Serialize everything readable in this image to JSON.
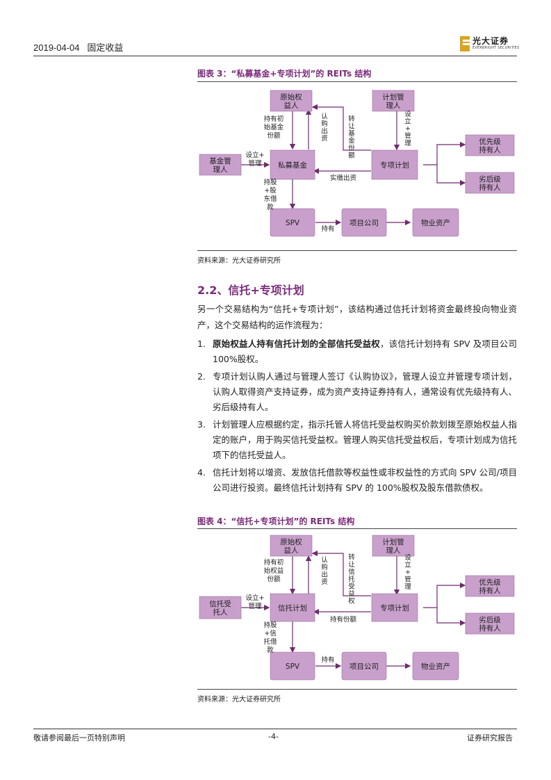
{
  "header": {
    "date": "2019-04-04",
    "category": "固定收益",
    "logo_cn": "光大证券",
    "logo_en": "EVERBRIGHT SECURITIES"
  },
  "figure3": {
    "title": "图表 3：“私募基金+专项计划”的 REITs 结构",
    "source": "资料来源：光大证券研究所",
    "nodes": {
      "original": "原始权益人",
      "manager": "计划管理人",
      "fund_manager": "基金管理人",
      "fund": "私募基金",
      "special": "专项计划",
      "senior": "优先级持有人",
      "junior": "劣后级持有人",
      "spv": "SPV",
      "project": "项目公司",
      "asset": "物业资产"
    },
    "edges": {
      "hold_initial": "持有初始基金份额",
      "subscribe": "认购出资",
      "transfer": "转让基金份额",
      "setup_mgr": "设立+管理",
      "setup_mgr_left": "设立+管理",
      "paid_in": "实缴出资",
      "equity_loan": "持股+股东借款",
      "hold": "持有"
    }
  },
  "section": {
    "title": "2.2、信托+专项计划",
    "intro": "另一个交易结构为“信托+专项计划”，该结构通过信托计划将资金最终投向物业资产，这个交易结构的运作流程为：",
    "items": [
      {
        "num": "1.",
        "bold": "原始权益人持有信托计划的全部信托受益权",
        "text": "，该信托计划持有 SPV 及项目公司 100%股权。"
      },
      {
        "num": "2.",
        "bold": "",
        "text": "专项计划认购人通过与管理人签订《认购协议》，管理人设立并管理专项计划，认购人取得资产支持证券，成为资产支持证券持有人，通常设有优先级持有人、劣后级持有人。"
      },
      {
        "num": "3.",
        "bold": "",
        "text": "计划管理人应根据约定，指示托管人将信托受益权购买价款划拨至原始权益人指定的账户，用于购买信托受益权。管理人购买信托受益权后，专项计划成为信托项下的信托受益人。"
      },
      {
        "num": "4.",
        "bold": "",
        "text": "信托计划将以增资、发放信托借款等权益性或非权益性的方式向 SPV 公司/项目公司进行投资。最终信托计划持有 SPV 的 100%股权及股东借款债权。"
      }
    ]
  },
  "figure4": {
    "title": "图表 4：“信托+专项计划”的 REITs 结构",
    "source": "资料来源：光大证券研究所",
    "nodes": {
      "original": "原始权益人",
      "manager": "计划管理人",
      "trustee": "信托受托人",
      "trust": "信托计划",
      "special": "专项计划",
      "senior": "优先级持有人",
      "junior": "劣后级持有人",
      "spv": "SPV",
      "project": "项目公司",
      "asset": "物业资产"
    },
    "edges": {
      "hold_initial": "持有初始权益份额",
      "subscribe": "认购出资",
      "transfer": "转让信托受益权",
      "setup_mgr": "设立+管理",
      "setup_mgr_left": "设立+管理",
      "hold_share": "持有份额",
      "equity_loan": "持股+信托借款",
      "hold": "持有"
    }
  },
  "footer": {
    "left": "敬请参阅最后一页特别声明",
    "page": "-4-",
    "right": "证券研究报告"
  },
  "colors": {
    "purple_box": "#c9a0cc",
    "purple_dark": "#6f2a6f",
    "accent": "#7b2a7b"
  }
}
